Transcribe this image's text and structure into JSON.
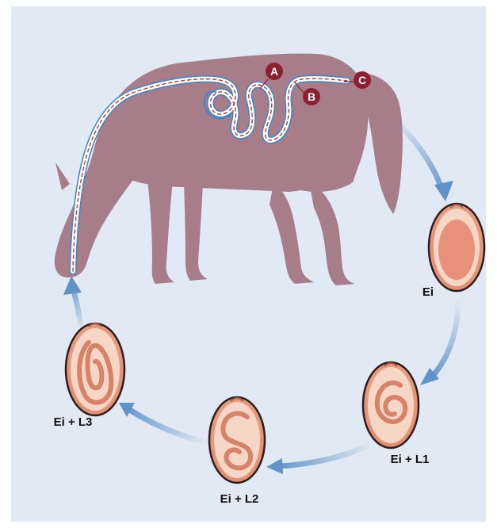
{
  "colors": {
    "background": "#e1e9f4",
    "horse": "#a67d89",
    "arrow": "#5f93c8",
    "intestine_outline": "#3d86c6",
    "intestine_dash": "#c9342e",
    "marker": "#8c2030",
    "egg_outer": "#e8967a",
    "egg_inner": "#f6d6c4",
    "larva": "#d9826a"
  },
  "markers": [
    {
      "letter": "A"
    },
    {
      "letter": "B"
    },
    {
      "letter": "C"
    }
  ],
  "stages": [
    {
      "label": "Ei",
      "larva": "none"
    },
    {
      "label": "Ei + L1",
      "larva": "L1"
    },
    {
      "label": "Ei + L2",
      "larva": "L2"
    },
    {
      "label": "Ei + L3",
      "larva": "L3"
    }
  ]
}
